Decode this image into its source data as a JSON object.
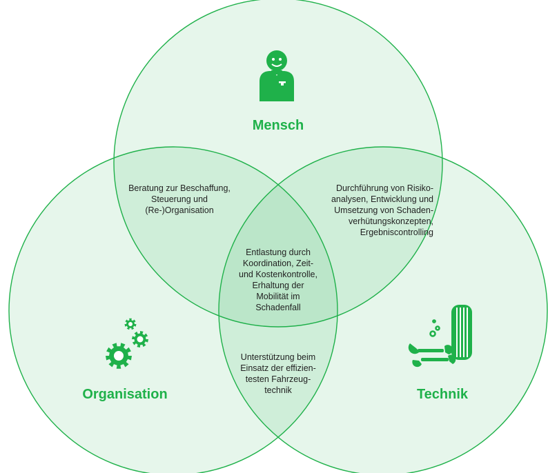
{
  "colors": {
    "accent": "#1fb14a",
    "circle_fill": "#1fb14a",
    "circle_stroke": "#1fb14a",
    "text": "#222222"
  },
  "circles": [
    {
      "id": "mensch",
      "label": "Mensch",
      "icon": "person-icon"
    },
    {
      "id": "organisation",
      "label": "Organisation",
      "icon": "gears-icon"
    },
    {
      "id": "technik",
      "label": "Technik",
      "icon": "wrench-tire-icon"
    }
  ],
  "regions": {
    "mensch_organisation": [
      "Beratung zur Beschaffung,",
      "Steuerung und",
      "(Re-)Organisation"
    ],
    "mensch_technik": [
      "Durchführung von Risiko-",
      "analysen, Entwicklung und",
      "Umsetzung von Schaden-",
      "verhütungskonzepten,",
      "Ergebniscontrolling"
    ],
    "center": [
      "Entlastung durch",
      "Koordination, Zeit-",
      "und Kostenkontrolle,",
      "Erhaltung der",
      "Mobilität im",
      "Schadenfall"
    ],
    "organisation_technik": [
      "Unterstützung beim",
      "Einsatz der effizien-",
      "testen Fahrzeug-",
      "technik"
    ]
  }
}
